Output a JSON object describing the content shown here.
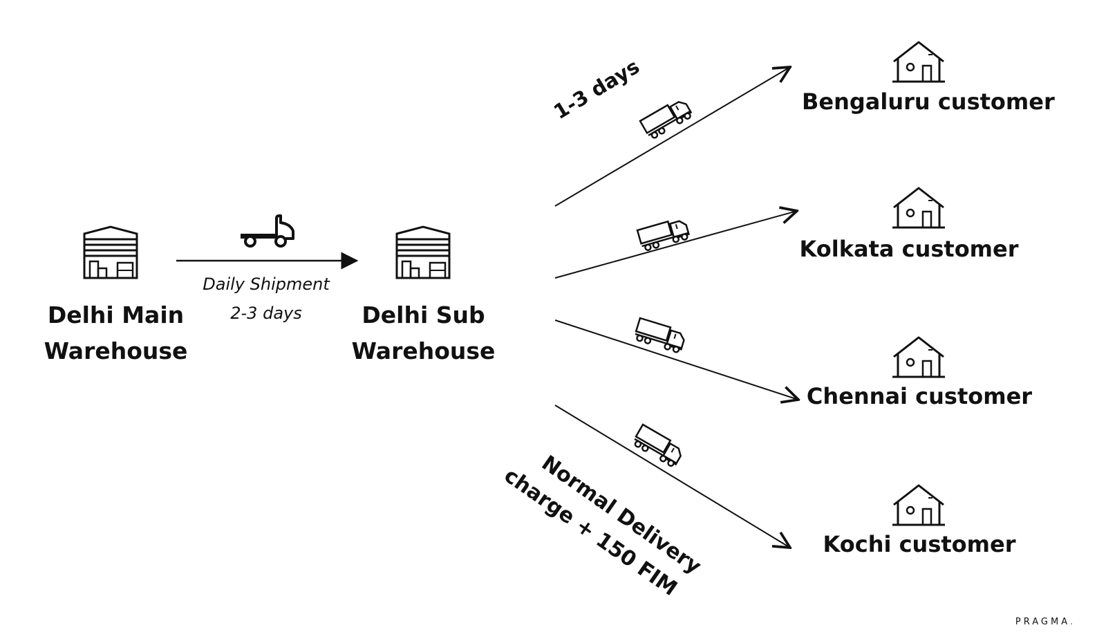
{
  "source": {
    "line1": "Delhi Main",
    "line2": "Warehouse"
  },
  "hub": {
    "line1": "Delhi Sub",
    "line2": "Warehouse"
  },
  "shipment": {
    "line1": "Daily Shipment",
    "line2": "2-3 days"
  },
  "delivery_time": "1-3 days",
  "surcharge": {
    "line1": "Normal Delivery",
    "line2": "charge + 150 FIM"
  },
  "customers": [
    "Bengaluru customer",
    "Kolkata customer",
    "Chennai customer",
    "Kochi customer"
  ],
  "brand": "PRAGMA",
  "icons": {
    "warehouse": "warehouse-icon",
    "truck": "flatbed-truck-icon",
    "semi_truck": "semi-truck-icon",
    "house": "house-icon"
  }
}
